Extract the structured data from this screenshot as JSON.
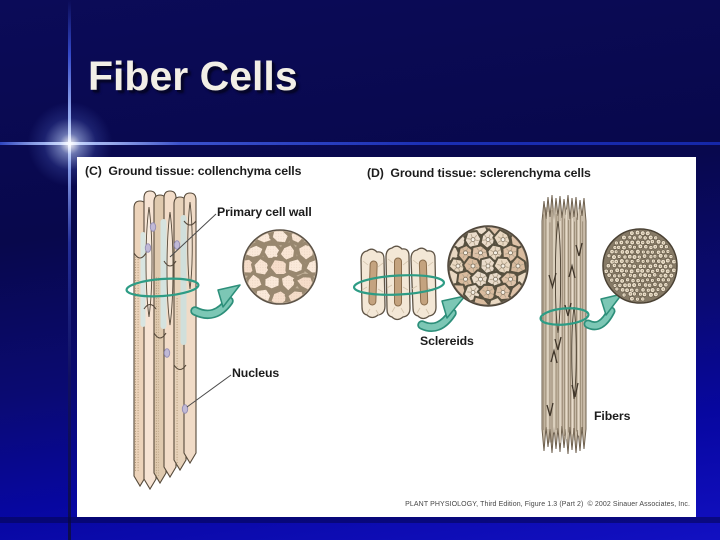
{
  "slide": {
    "title": "Fiber Cells",
    "background_color": "#08084e",
    "accent_line_color": "#3c55d8"
  },
  "figure": {
    "header_c": "(C)  Ground tissue: collenchyma cells",
    "header_d": "(D)  Ground tissue: sclerenchyma cells",
    "labels": {
      "primary_cell_wall": "Primary cell wall",
      "nucleus": "Nucleus",
      "sclereids": "Sclereids",
      "fibers": "Fibers"
    },
    "caption": "PLANT PHYSIOLOGY, Third Edition, Figure 1.3 (Part 2)  © 2002 Sinauer Associates, Inc.",
    "colors": {
      "teal_accent": "#2d9c85",
      "arrow_fill": "#7cc7b5",
      "cell_tan": "#e9d2b9",
      "cell_cream": "#f6e3d3",
      "wall_brown": "#5d5347",
      "fiber_gray": "#c9bca9",
      "nucleus_lavender": "#c0b9d6"
    }
  }
}
